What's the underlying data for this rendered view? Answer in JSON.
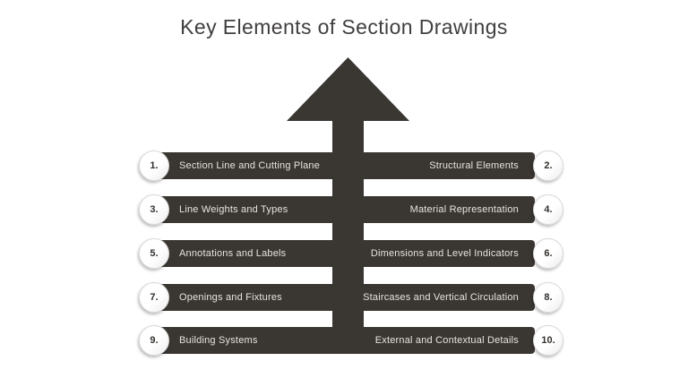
{
  "title": "Key Elements of Section Drawings",
  "arrow": {
    "direction": "up"
  },
  "colors": {
    "dark": "#3a3632",
    "title": "#413e3e",
    "bar_text": "#e6e4e1",
    "number_text": "#33302d",
    "circle_border": "#d9d9d9",
    "background": "#ffffff"
  },
  "rows": [
    {
      "left": {
        "number": "1.",
        "label": "Section Line and Cutting Plane"
      },
      "right": {
        "number": "2.",
        "label": "Structural Elements"
      }
    },
    {
      "left": {
        "number": "3.",
        "label": "Line Weights and Types"
      },
      "right": {
        "number": "4.",
        "label": "Material Representation"
      }
    },
    {
      "left": {
        "number": "5.",
        "label": "Annotations and Labels"
      },
      "right": {
        "number": "6.",
        "label": "Dimensions and Level Indicators"
      }
    },
    {
      "left": {
        "number": "7.",
        "label": "Openings and Fixtures"
      },
      "right": {
        "number": "8.",
        "label": "Staircases and Vertical Circulation"
      }
    },
    {
      "left": {
        "number": "9.",
        "label": "Building Systems"
      },
      "right": {
        "number": "10.",
        "label": "External and Contextual Details"
      }
    }
  ]
}
